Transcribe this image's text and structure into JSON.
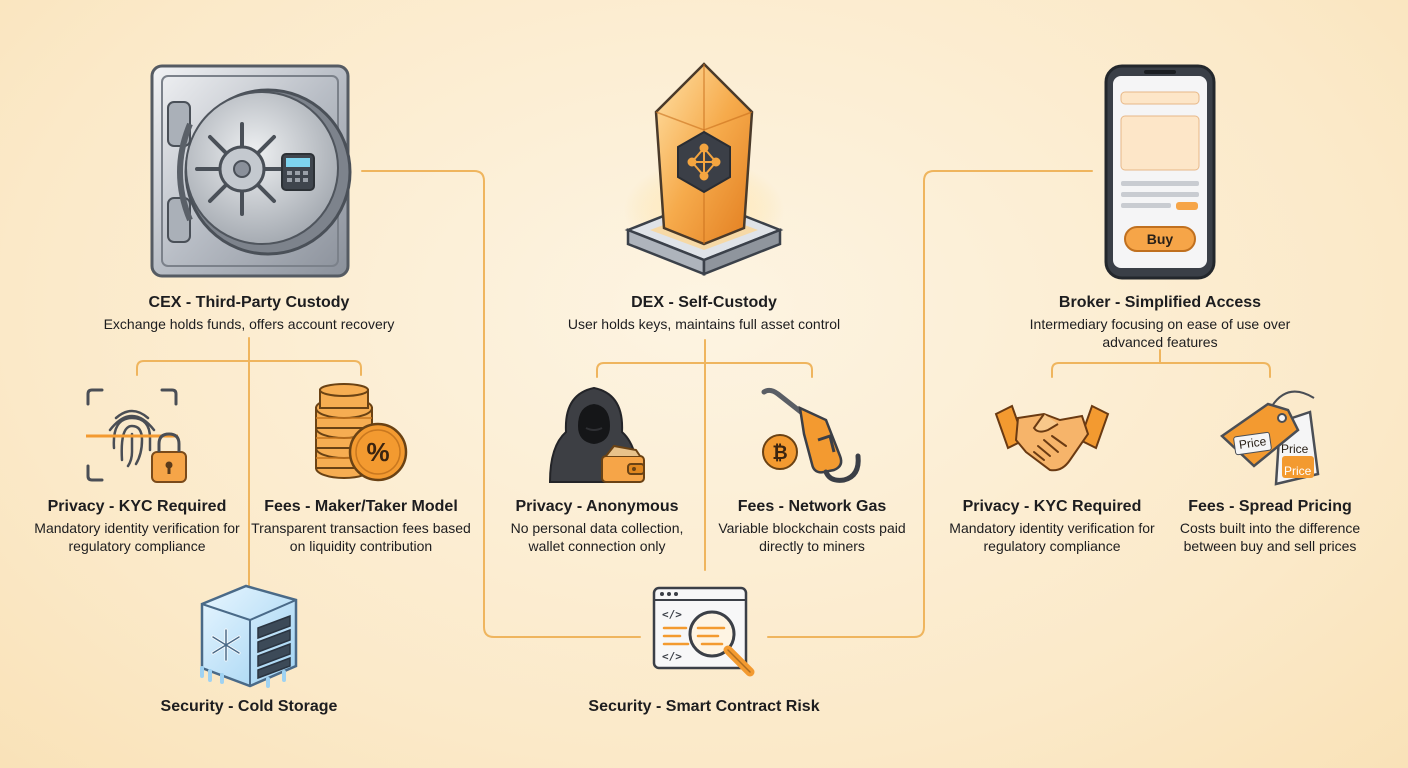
{
  "columns": {
    "cex": {
      "title": "CEX - Third-Party Custody",
      "desc": "Exchange holds funds, offers account recovery",
      "privacy": {
        "title": "Privacy - KYC Required",
        "desc": "Mandatory identity verification for regulatory compliance"
      },
      "fees": {
        "title": "Fees - Maker/Taker Model",
        "desc": "Transparent transaction fees based on liquidity contribution"
      },
      "security": {
        "title": "Security - Cold Storage"
      }
    },
    "dex": {
      "title": "DEX - Self-Custody",
      "desc": "User holds keys, maintains full asset control",
      "privacy": {
        "title": "Privacy - Anonymous",
        "desc": "No personal data collection, wallet connection only"
      },
      "fees": {
        "title": "Fees - Network Gas",
        "desc": "Variable blockchain costs paid directly to miners"
      },
      "security": {
        "title": "Security - Smart Contract Risk"
      }
    },
    "broker": {
      "title": "Broker - Simplified Access",
      "desc": "Intermediary focusing on ease of use over advanced features",
      "privacy": {
        "title": "Privacy - KYC Required",
        "desc": "Mandatory identity verification for regulatory compliance"
      },
      "fees": {
        "title": "Fees - Spread Pricing",
        "desc": "Costs built into the difference between buy and sell prices"
      }
    }
  },
  "phone": {
    "buy_label": "Buy"
  },
  "price_tags": {
    "label_1": "Price",
    "label_2": "Price",
    "label_3": "Price"
  },
  "colors": {
    "accent": "#f0a540",
    "orange": "#f28a2a",
    "line": "#eeb25a",
    "text": "#1d1d1f"
  }
}
